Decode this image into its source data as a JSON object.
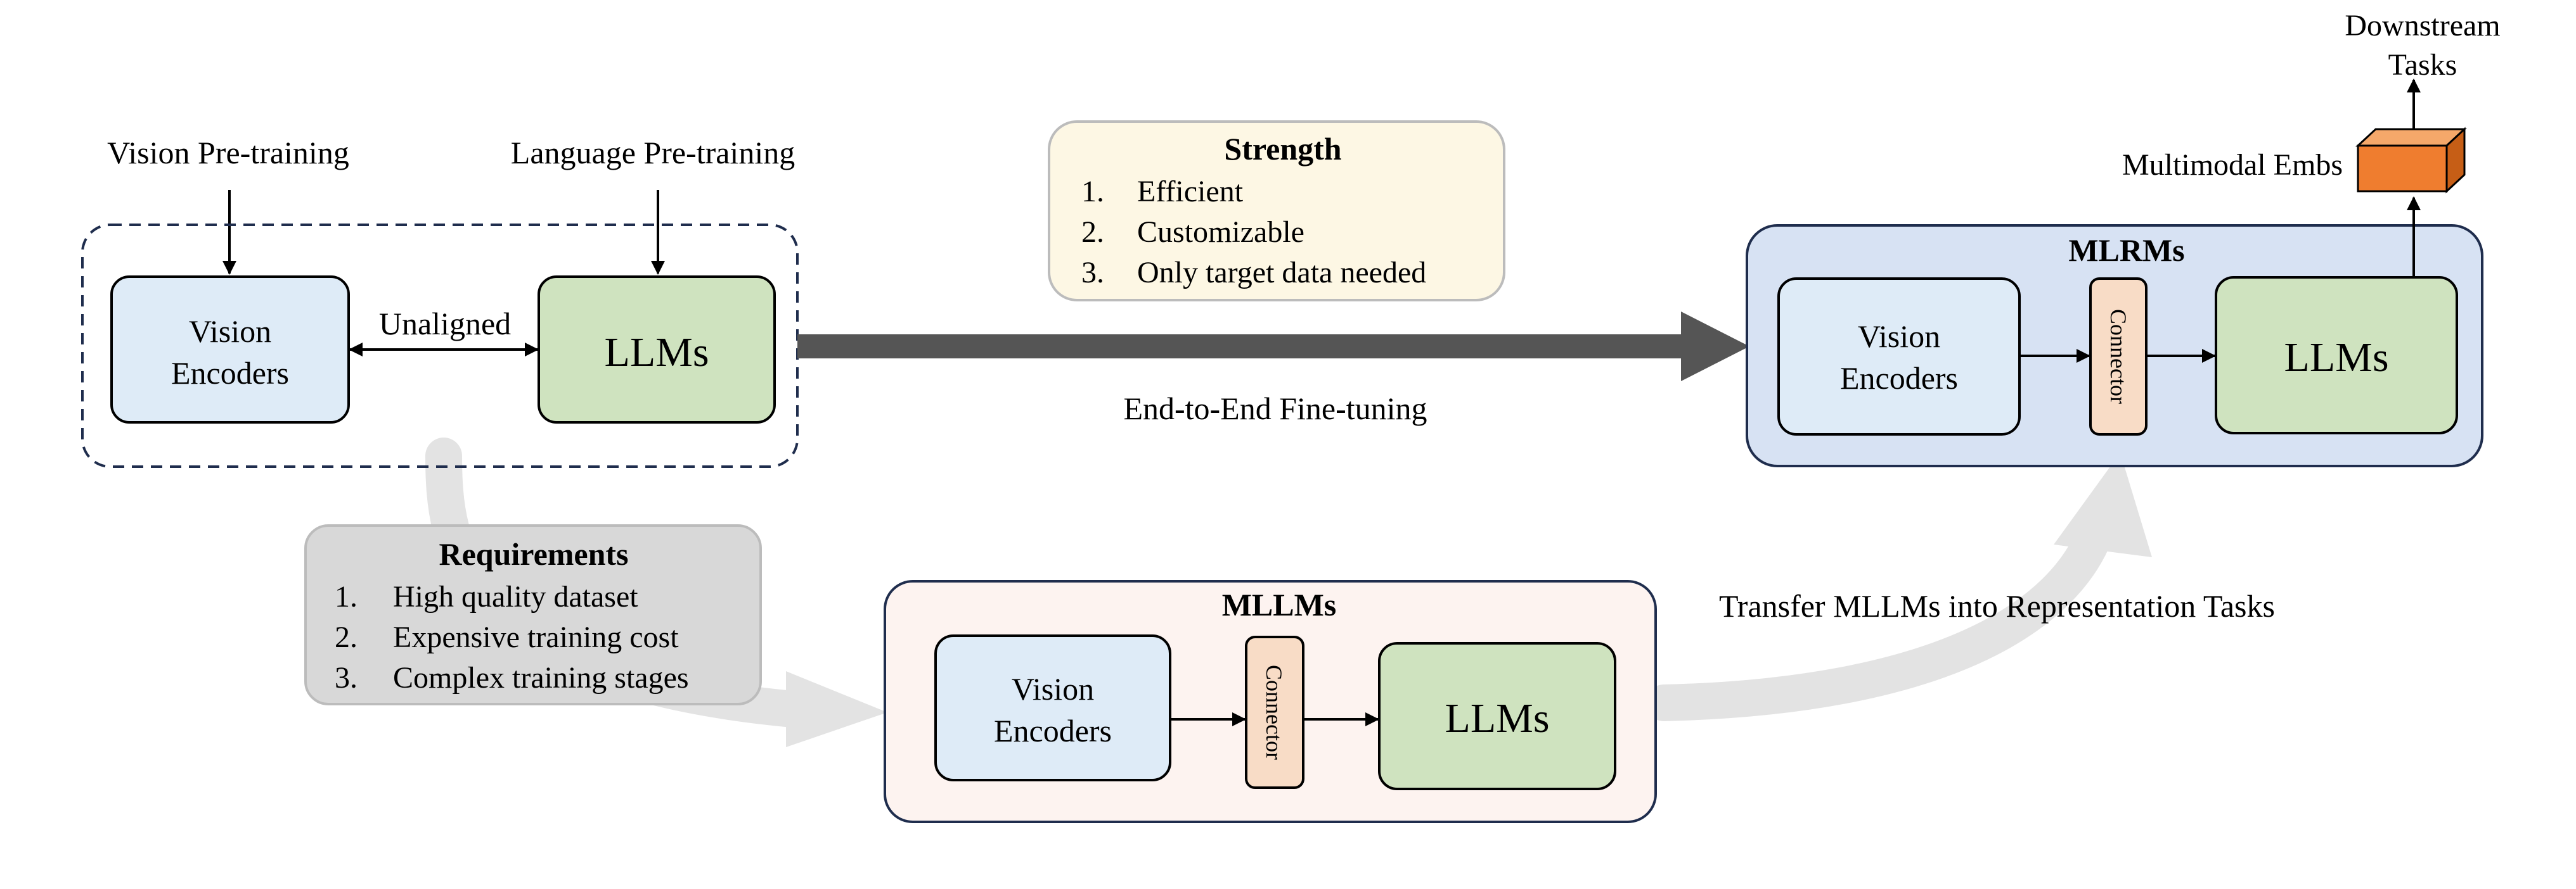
{
  "inputs": {
    "vision_pretraining": "Vision Pre-training",
    "language_pretraining": "Language Pre-training"
  },
  "unaligned_group": {
    "vision_encoders": [
      "Vision",
      "Encoders"
    ],
    "llms": "LLMs",
    "unaligned_label": "Unaligned"
  },
  "strength_box": {
    "title": "Strength",
    "items": [
      {
        "num": "1.",
        "text": "Efficient"
      },
      {
        "num": "2.",
        "text": "Customizable"
      },
      {
        "num": "3.",
        "text": "Only target data needed"
      }
    ]
  },
  "end_to_end_label": "End-to-End Fine-tuning",
  "requirements_box": {
    "title": "Requirements",
    "items": [
      {
        "num": "1.",
        "text": "High quality dataset"
      },
      {
        "num": "2.",
        "text": "Expensive training cost"
      },
      {
        "num": "3.",
        "text": "Complex training stages"
      }
    ]
  },
  "mllms_box": {
    "title": "MLLMs",
    "vision_encoders": [
      "Vision",
      "Encoders"
    ],
    "connector": "Connector",
    "llms": "LLMs"
  },
  "transfer_label": "Transfer MLLMs into Representation Tasks",
  "mlrms_box": {
    "title": "MLRMs",
    "vision_encoders": [
      "Vision",
      "Encoders"
    ],
    "connector": "Connector",
    "llms": "LLMs"
  },
  "multimodal_embs": "Multimodal Embs",
  "downstream": [
    "Downstream",
    "Tasks"
  ],
  "colors": {
    "vision_fill": "#deebf7",
    "llm_fill": "#cfe3bf",
    "connector_fill": "#f8dcc6",
    "strength_fill": "#fdf7e4",
    "requirements_fill": "#d8d8d8",
    "mllms_fill": "#fdf3f0",
    "mlrms_fill": "#d7e2f3",
    "main_arrow": "#555555",
    "curve_arrow": "#e3e3e3",
    "cube_front": "#ef7d2f",
    "cube_top": "#f5a86a",
    "cube_side": "#c65e16",
    "border": "#1f2d4d"
  }
}
